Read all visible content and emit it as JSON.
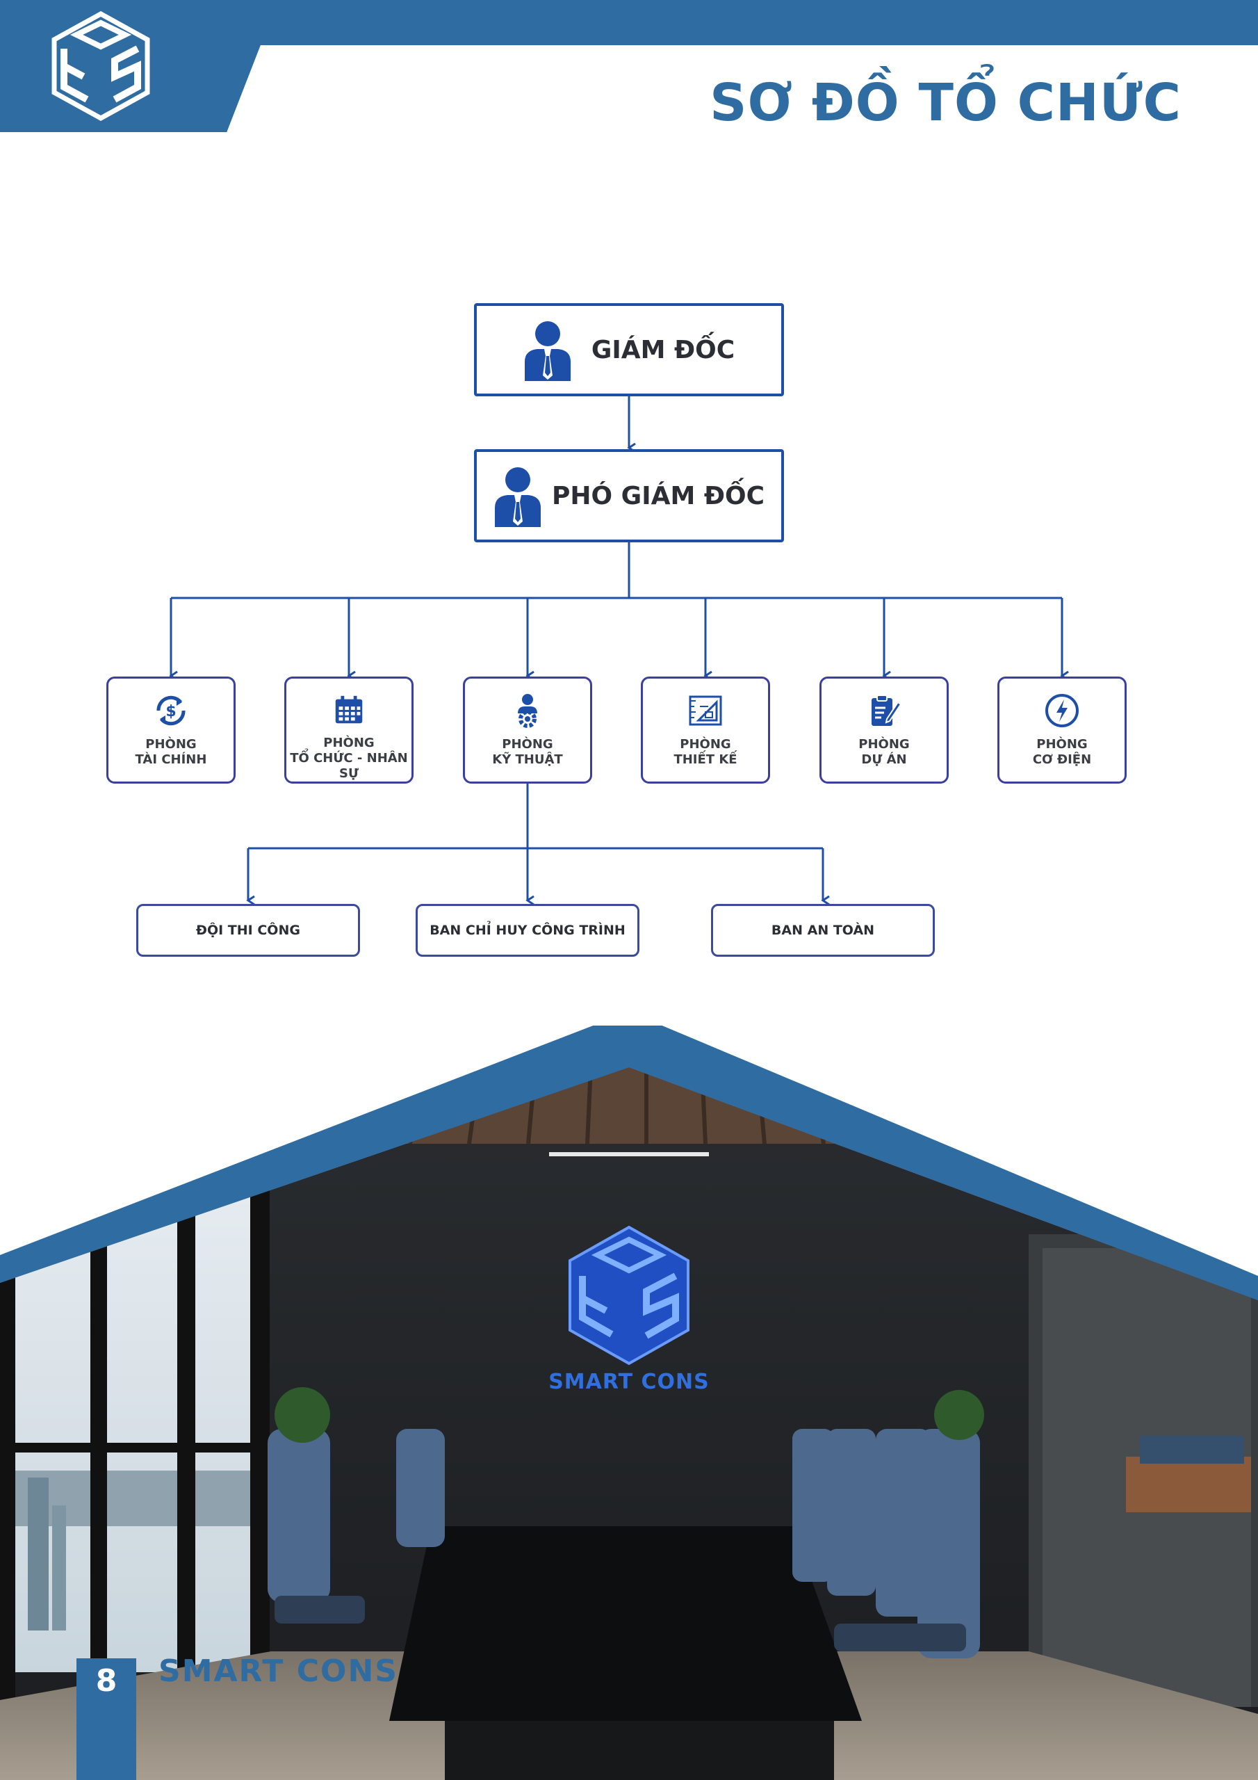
{
  "header": {
    "title": "SƠ ĐỒ TỔ CHỨC",
    "logo_icon": "scs-cube-logo-icon"
  },
  "org": {
    "director": "GIÁM ĐỐC",
    "deputy": "PHÓ GIÁM ĐỐC",
    "departments": [
      {
        "line1": "PHÒNG",
        "line2": "TÀI CHÍNH",
        "icon": "dollar-cycle-icon"
      },
      {
        "line1": "PHÒNG",
        "line2": "TỔ CHỨC - NHÂN SỰ",
        "icon": "calendar-icon"
      },
      {
        "line1": "PHÒNG",
        "line2": "KỸ THUẬT",
        "icon": "engineer-gear-icon"
      },
      {
        "line1": "PHÒNG",
        "line2": "THIẾT KẾ",
        "icon": "blueprint-icon"
      },
      {
        "line1": "PHÒNG",
        "line2": "DỰ ÁN",
        "icon": "clipboard-pen-icon"
      },
      {
        "line1": "PHÒNG",
        "line2": "CƠ ĐIỆN",
        "icon": "lightning-icon"
      }
    ],
    "teams": [
      "ĐỘI THI CÔNG",
      "BAN CHỈ HUY CÔNG TRÌNH",
      "BAN AN TOÀN"
    ]
  },
  "footer": {
    "page_number": "8",
    "brand": "SMART CONS"
  },
  "scene": {
    "wall_brand": "SMART CONS"
  },
  "colors": {
    "brand_blue": "#2e6ca1",
    "line_blue": "#1e4fa8"
  }
}
